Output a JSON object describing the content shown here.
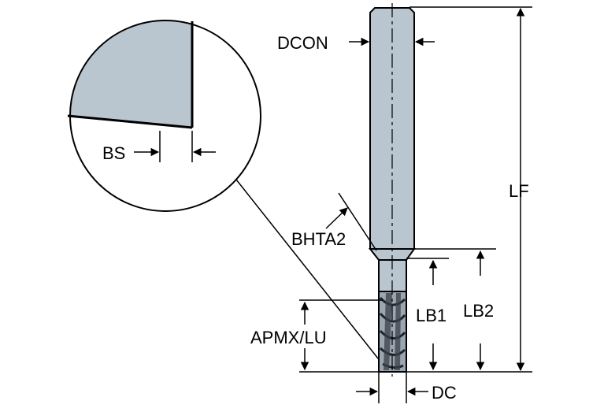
{
  "colors": {
    "tool_fill": "#b9c6d0",
    "line": "#000000",
    "background": "#ffffff"
  },
  "labels": {
    "dcon": "DCON",
    "lf": "LF",
    "bhta2": "BHTA2",
    "lb1": "LB1",
    "lb2": "LB2",
    "apmx_lu": "APMX/LU",
    "dc": "DC",
    "bs": "BS"
  }
}
